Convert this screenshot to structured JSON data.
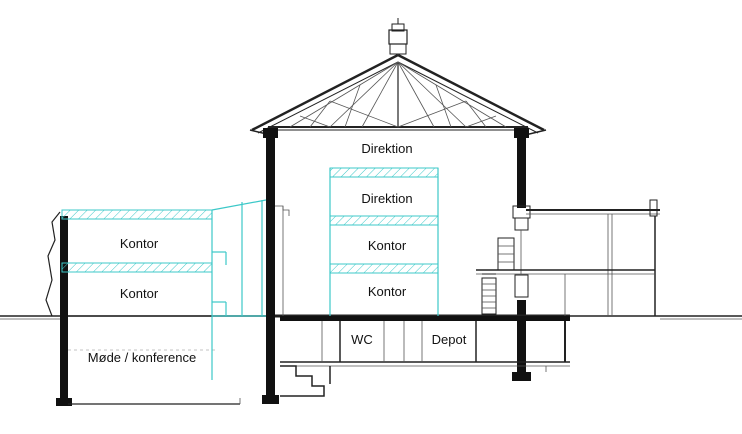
{
  "colors": {
    "ink": "#111111",
    "new_construction": "#3cc8c8",
    "background": "#ffffff"
  },
  "rooms": {
    "direktion_top": "Direktion",
    "direktion_mid": "Direktion",
    "kontor_right_upper": "Kontor",
    "kontor_right_lower": "Kontor",
    "kontor_left_upper": "Kontor",
    "kontor_left_lower": "Kontor",
    "wc": "WC",
    "depot": "Depot",
    "moede": "Møde / konference"
  }
}
